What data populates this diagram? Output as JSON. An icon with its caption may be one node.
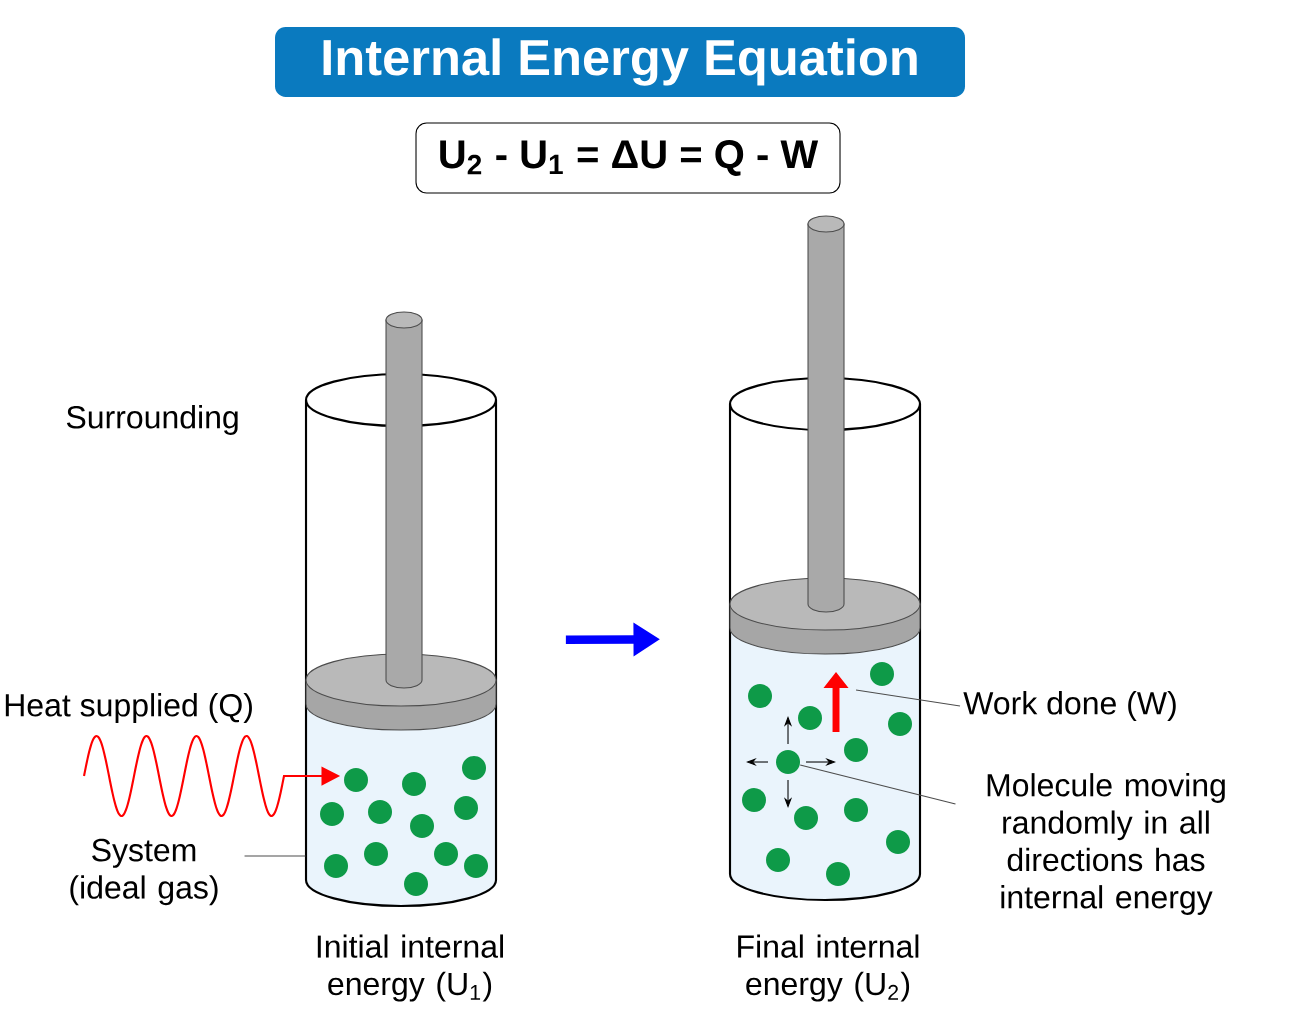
{
  "diagram": {
    "title": "Internal Energy Equation",
    "nodes": [
      {
        "text": [
          "U$_{2}$ - U$_{1}$ = ΔU = Q - W"
        ]
      },
      {
        "text": [],
        "shape": "cylinder",
        "beside": [
          "Initial internal energy (U$_{1}$)"
        ]
      },
      {
        "text": [
          "System (ideal gas)"
        ]
      },
      {
        "text": [],
        "shape": "cylinder",
        "beside": [
          "Final internal energy (U$_{2}$)"
        ]
      },
      {
        "text": [],
        "shape": "circle",
        "in": 3
      },
      {
        "text": [
          "Work done (W)"
        ]
      },
      {
        "text": [
          "Molecule moving randomly in all directions has internal energy"
        ]
      }
    ],
    "edges": [
      {
        "from": 1,
        "to": 3,
        "arrow": "to",
        "style": "thick",
        "color": "#0000ff"
      },
      {
        "from": null,
        "to": 1,
        "arrow": "to",
        "color": "#ff0000",
        "label": "Heat supplied (Q)"
      },
      {
        "from": 2,
        "to": 1,
        "arrow": "none"
      },
      {
        "from": 5,
        "to": null,
        "arrow": "none"
      },
      {
        "from": 6,
        "to": 4,
        "arrow": "none"
      }
    ],
    "labels": [
      "Surrounding"
    ]
  }
}
